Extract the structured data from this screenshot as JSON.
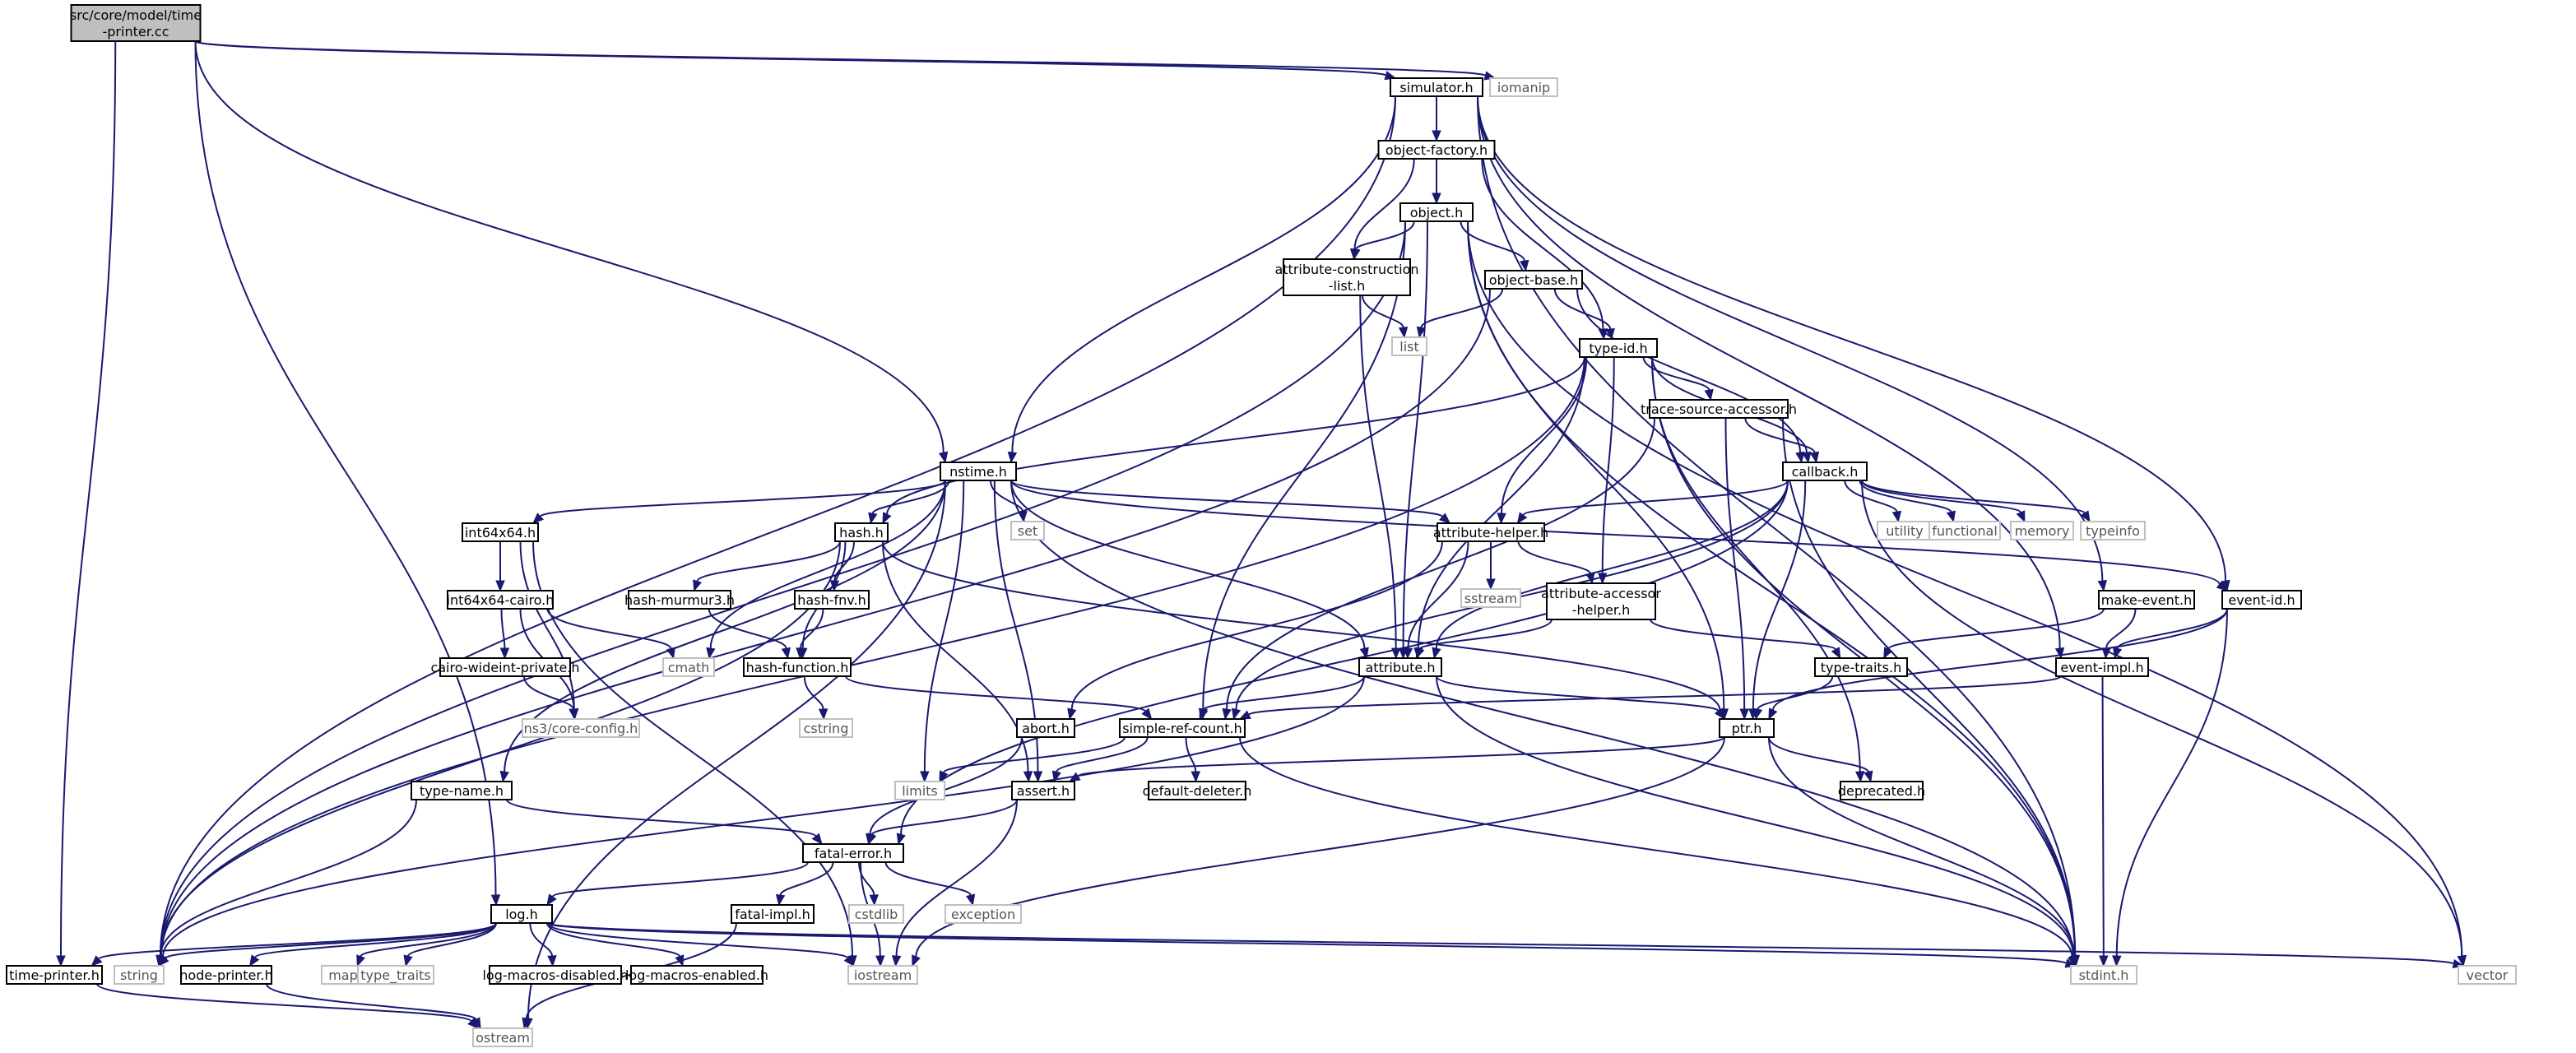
{
  "diagram": {
    "kind": "include-dependency-graph",
    "colors": {
      "edge": "#191970",
      "root_fill": "#bfbfbf",
      "node_border": "#000000",
      "system_border": "#bfbfbf",
      "background": "#ffffff"
    },
    "nodes": [
      {
        "id": "root",
        "label": [
          "src/core/model/time",
          "-printer.cc"
        ],
        "style": "root"
      },
      {
        "id": "iomanip",
        "label": [
          "iomanip"
        ],
        "style": "sys"
      },
      {
        "id": "simulator",
        "label": [
          "simulator.h"
        ],
        "style": "file"
      },
      {
        "id": "object_factory",
        "label": [
          "object-factory.h"
        ],
        "style": "file"
      },
      {
        "id": "object",
        "label": [
          "object.h"
        ],
        "style": "file"
      },
      {
        "id": "attr_construction",
        "label": [
          "attribute-construction",
          "-list.h"
        ],
        "style": "file"
      },
      {
        "id": "object_base",
        "label": [
          "object-base.h"
        ],
        "style": "file"
      },
      {
        "id": "list",
        "label": [
          "list"
        ],
        "style": "sys"
      },
      {
        "id": "type_id",
        "label": [
          "type-id.h"
        ],
        "style": "file"
      },
      {
        "id": "trace_source",
        "label": [
          "trace-source-accessor.h"
        ],
        "style": "file"
      },
      {
        "id": "callback",
        "label": [
          "callback.h"
        ],
        "style": "file"
      },
      {
        "id": "nstime",
        "label": [
          "nstime.h"
        ],
        "style": "file"
      },
      {
        "id": "set",
        "label": [
          "set"
        ],
        "style": "sys"
      },
      {
        "id": "int64x64",
        "label": [
          "int64x64.h"
        ],
        "style": "file"
      },
      {
        "id": "hash",
        "label": [
          "hash.h"
        ],
        "style": "file"
      },
      {
        "id": "attribute_helper",
        "label": [
          "attribute-helper.h"
        ],
        "style": "file"
      },
      {
        "id": "utility",
        "label": [
          "utility"
        ],
        "style": "sys"
      },
      {
        "id": "functional",
        "label": [
          "functional"
        ],
        "style": "sys"
      },
      {
        "id": "memory",
        "label": [
          "memory"
        ],
        "style": "sys"
      },
      {
        "id": "typeinfo",
        "label": [
          "typeinfo"
        ],
        "style": "sys"
      },
      {
        "id": "int64x64_cairo",
        "label": [
          "int64x64-cairo.h"
        ],
        "style": "file"
      },
      {
        "id": "hash_murmur3",
        "label": [
          "hash-murmur3.h"
        ],
        "style": "file"
      },
      {
        "id": "hash_fnv",
        "label": [
          "hash-fnv.h"
        ],
        "style": "file"
      },
      {
        "id": "sstream",
        "label": [
          "sstream"
        ],
        "style": "sys"
      },
      {
        "id": "attr_accessor",
        "label": [
          "attribute-accessor",
          "-helper.h"
        ],
        "style": "file"
      },
      {
        "id": "make_event",
        "label": [
          "make-event.h"
        ],
        "style": "file"
      },
      {
        "id": "event_id",
        "label": [
          "event-id.h"
        ],
        "style": "file"
      },
      {
        "id": "cmath",
        "label": [
          "cmath"
        ],
        "style": "sys"
      },
      {
        "id": "cairo_wideint",
        "label": [
          "cairo-wideint-private.h"
        ],
        "style": "file"
      },
      {
        "id": "hash_function",
        "label": [
          "hash-function.h"
        ],
        "style": "file"
      },
      {
        "id": "attribute",
        "label": [
          "attribute.h"
        ],
        "style": "file"
      },
      {
        "id": "type_traits_h",
        "label": [
          "type-traits.h"
        ],
        "style": "file"
      },
      {
        "id": "event_impl",
        "label": [
          "event-impl.h"
        ],
        "style": "file"
      },
      {
        "id": "core_config",
        "label": [
          "ns3/core-config.h"
        ],
        "style": "sys"
      },
      {
        "id": "cstring",
        "label": [
          "cstring"
        ],
        "style": "sys"
      },
      {
        "id": "abort",
        "label": [
          "abort.h"
        ],
        "style": "file"
      },
      {
        "id": "simple_ref",
        "label": [
          "simple-ref-count.h"
        ],
        "style": "file"
      },
      {
        "id": "ptr",
        "label": [
          "ptr.h"
        ],
        "style": "file"
      },
      {
        "id": "limits",
        "label": [
          "limits"
        ],
        "style": "sys"
      },
      {
        "id": "assert",
        "label": [
          "assert.h"
        ],
        "style": "file"
      },
      {
        "id": "default_deleter",
        "label": [
          "default-deleter.h"
        ],
        "style": "file"
      },
      {
        "id": "deprecated",
        "label": [
          "deprecated.h"
        ],
        "style": "file"
      },
      {
        "id": "type_name",
        "label": [
          "type-name.h"
        ],
        "style": "file"
      },
      {
        "id": "fatal_error",
        "label": [
          "fatal-error.h"
        ],
        "style": "file"
      },
      {
        "id": "fatal_impl",
        "label": [
          "fatal-impl.h"
        ],
        "style": "file"
      },
      {
        "id": "cstdlib",
        "label": [
          "cstdlib"
        ],
        "style": "sys"
      },
      {
        "id": "exception",
        "label": [
          "exception"
        ],
        "style": "sys"
      },
      {
        "id": "log",
        "label": [
          "log.h"
        ],
        "style": "file"
      },
      {
        "id": "time_printer",
        "label": [
          "time-printer.h"
        ],
        "style": "file"
      },
      {
        "id": "string",
        "label": [
          "string"
        ],
        "style": "sys"
      },
      {
        "id": "node_printer",
        "label": [
          "node-printer.h"
        ],
        "style": "file"
      },
      {
        "id": "map",
        "label": [
          "map"
        ],
        "style": "sys"
      },
      {
        "id": "type_traits",
        "label": [
          "type_traits"
        ],
        "style": "sys"
      },
      {
        "id": "log_disabled",
        "label": [
          "log-macros-disabled.h"
        ],
        "style": "file"
      },
      {
        "id": "log_enabled",
        "label": [
          "log-macros-enabled.h"
        ],
        "style": "file"
      },
      {
        "id": "iostream",
        "label": [
          "iostream"
        ],
        "style": "sys"
      },
      {
        "id": "stdint",
        "label": [
          "stdint.h"
        ],
        "style": "sys"
      },
      {
        "id": "vector",
        "label": [
          "vector"
        ],
        "style": "sys"
      },
      {
        "id": "ostream",
        "label": [
          "ostream"
        ],
        "style": "sys"
      }
    ],
    "edges": [
      [
        "root",
        "iomanip"
      ],
      [
        "root",
        "simulator"
      ],
      [
        "root",
        "nstime"
      ],
      [
        "root",
        "log"
      ],
      [
        "root",
        "time_printer"
      ],
      [
        "simulator",
        "object_factory"
      ],
      [
        "simulator",
        "nstime"
      ],
      [
        "simulator",
        "make_event"
      ],
      [
        "simulator",
        "event_id"
      ],
      [
        "simulator",
        "event_impl"
      ],
      [
        "simulator",
        "string"
      ],
      [
        "simulator",
        "stdint"
      ],
      [
        "object_factory",
        "object"
      ],
      [
        "object_factory",
        "attr_construction"
      ],
      [
        "object_factory",
        "type_id"
      ],
      [
        "object",
        "attr_construction"
      ],
      [
        "object",
        "object_base"
      ],
      [
        "object",
        "attribute"
      ],
      [
        "object",
        "ptr"
      ],
      [
        "object",
        "simple_ref"
      ],
      [
        "object",
        "string"
      ],
      [
        "object",
        "stdint"
      ],
      [
        "object",
        "vector"
      ],
      [
        "attr_construction",
        "list"
      ],
      [
        "attr_construction",
        "attribute"
      ],
      [
        "object_base",
        "list"
      ],
      [
        "object_base",
        "type_id"
      ],
      [
        "object_base",
        "callback"
      ],
      [
        "object_base",
        "string"
      ],
      [
        "type_id",
        "trace_source"
      ],
      [
        "type_id",
        "callback"
      ],
      [
        "type_id",
        "attribute_helper"
      ],
      [
        "type_id",
        "attr_accessor"
      ],
      [
        "type_id",
        "attribute"
      ],
      [
        "type_id",
        "hash"
      ],
      [
        "type_id",
        "deprecated"
      ],
      [
        "type_id",
        "string"
      ],
      [
        "type_id",
        "stdint"
      ],
      [
        "trace_source",
        "callback"
      ],
      [
        "trace_source",
        "simple_ref"
      ],
      [
        "trace_source",
        "ptr"
      ],
      [
        "trace_source",
        "stdint"
      ],
      [
        "callback",
        "attribute_helper"
      ],
      [
        "callback",
        "attribute"
      ],
      [
        "callback",
        "ptr"
      ],
      [
        "callback",
        "simple_ref"
      ],
      [
        "callback",
        "fatal_error"
      ],
      [
        "callback",
        "utility"
      ],
      [
        "callback",
        "functional"
      ],
      [
        "callback",
        "memory"
      ],
      [
        "callback",
        "typeinfo"
      ],
      [
        "callback",
        "vector"
      ],
      [
        "nstime",
        "int64x64"
      ],
      [
        "nstime",
        "hash"
      ],
      [
        "nstime",
        "attribute_helper"
      ],
      [
        "nstime",
        "attribute"
      ],
      [
        "nstime",
        "event_id"
      ],
      [
        "nstime",
        "type_name"
      ],
      [
        "nstime",
        "set"
      ],
      [
        "nstime",
        "cmath"
      ],
      [
        "nstime",
        "limits"
      ],
      [
        "nstime",
        "assert"
      ],
      [
        "nstime",
        "ostream"
      ],
      [
        "nstime",
        "stdint"
      ],
      [
        "int64x64",
        "int64x64_cairo"
      ],
      [
        "int64x64",
        "core_config"
      ],
      [
        "int64x64",
        "iostream"
      ],
      [
        "int64x64_cairo",
        "cairo_wideint"
      ],
      [
        "int64x64_cairo",
        "core_config"
      ],
      [
        "int64x64_cairo",
        "cmath"
      ],
      [
        "cairo_wideint",
        "core_config"
      ],
      [
        "hash",
        "hash_murmur3"
      ],
      [
        "hash",
        "hash_fnv"
      ],
      [
        "hash",
        "hash_function"
      ],
      [
        "hash",
        "assert"
      ],
      [
        "hash",
        "ptr"
      ],
      [
        "hash",
        "string"
      ],
      [
        "hash_murmur3",
        "hash_function"
      ],
      [
        "hash_fnv",
        "hash_function"
      ],
      [
        "hash_function",
        "cstring"
      ],
      [
        "hash_function",
        "simple_ref"
      ],
      [
        "attribute_helper",
        "attribute"
      ],
      [
        "attribute_helper",
        "attr_accessor"
      ],
      [
        "attribute_helper",
        "abort"
      ],
      [
        "attribute_helper",
        "sstream"
      ],
      [
        "attr_accessor",
        "attribute"
      ],
      [
        "attr_accessor",
        "type_traits_h"
      ],
      [
        "attribute",
        "ptr"
      ],
      [
        "attribute",
        "simple_ref"
      ],
      [
        "attribute",
        "string"
      ],
      [
        "attribute",
        "stdint"
      ],
      [
        "make_event",
        "type_traits_h"
      ],
      [
        "make_event",
        "event_impl"
      ],
      [
        "event_id",
        "event_impl"
      ],
      [
        "event_id",
        "ptr"
      ],
      [
        "event_id",
        "stdint"
      ],
      [
        "event_impl",
        "simple_ref"
      ],
      [
        "event_impl",
        "stdint"
      ],
      [
        "type_traits_h",
        "ptr"
      ],
      [
        "abort",
        "fatal_error"
      ],
      [
        "simple_ref",
        "assert"
      ],
      [
        "simple_ref",
        "default_deleter"
      ],
      [
        "simple_ref",
        "limits"
      ],
      [
        "simple_ref",
        "stdint"
      ],
      [
        "ptr",
        "assert"
      ],
      [
        "ptr",
        "deprecated"
      ],
      [
        "ptr",
        "iostream"
      ],
      [
        "ptr",
        "stdint"
      ],
      [
        "assert",
        "fatal_error"
      ],
      [
        "assert",
        "iostream"
      ],
      [
        "type_name",
        "fatal_error"
      ],
      [
        "type_name",
        "string"
      ],
      [
        "fatal_error",
        "fatal_impl"
      ],
      [
        "fatal_error",
        "log"
      ],
      [
        "fatal_error",
        "cstdlib"
      ],
      [
        "fatal_error",
        "exception"
      ],
      [
        "fatal_error",
        "iostream"
      ],
      [
        "fatal_impl",
        "ostream"
      ],
      [
        "log",
        "time_printer"
      ],
      [
        "log",
        "node_printer"
      ],
      [
        "log",
        "string"
      ],
      [
        "log",
        "map"
      ],
      [
        "log",
        "type_traits"
      ],
      [
        "log",
        "log_disabled"
      ],
      [
        "log",
        "log_enabled"
      ],
      [
        "log",
        "iostream"
      ],
      [
        "log",
        "stdint"
      ],
      [
        "log",
        "vector"
      ],
      [
        "time_printer",
        "ostream"
      ],
      [
        "node_printer",
        "ostream"
      ]
    ]
  }
}
